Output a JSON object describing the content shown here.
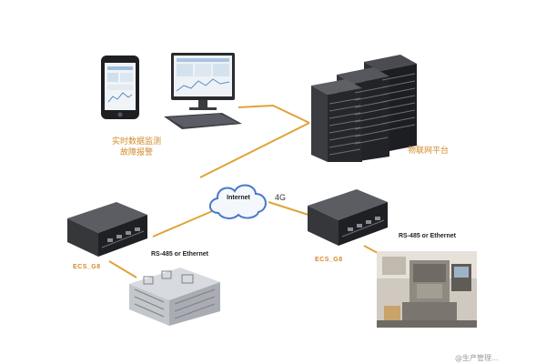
{
  "labels": {
    "monitor_line1": "实时数据监测",
    "monitor_line2": "故障报警",
    "cloud_platform": "物联网平台",
    "internet": "Internet",
    "network_4g": "4G",
    "gateway_left": "ECS_G8",
    "gateway_right": "ECS_G8",
    "link_left": "RS-485 or Ethernet",
    "link_right": "RS-485 or Ethernet",
    "watermark": "@生产管理..."
  },
  "colors": {
    "link_line": "#e0a33a",
    "label_orange": "#d18a2a",
    "device_dark": "#2b2d31",
    "cloud_blue": "#4a78c8"
  }
}
